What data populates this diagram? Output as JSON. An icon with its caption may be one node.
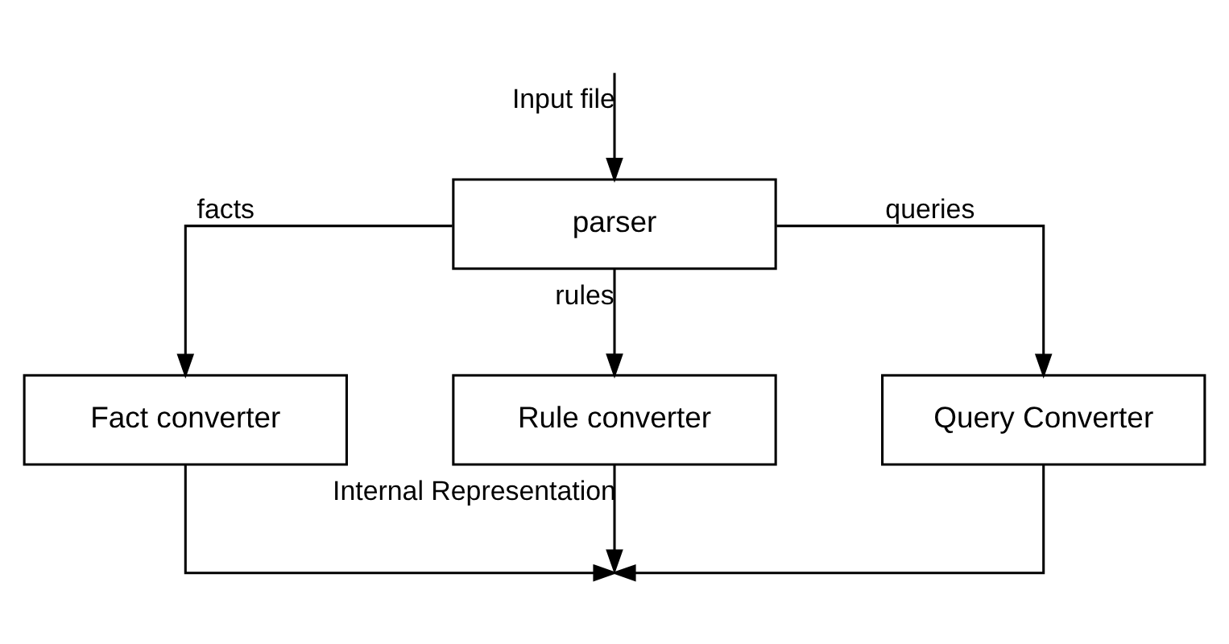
{
  "diagram": {
    "nodes": [
      {
        "text": [
          "parser"
        ]
      },
      {
        "text": [
          "Fact converter"
        ]
      },
      {
        "text": [
          "Rule converter"
        ]
      },
      {
        "text": [
          "Query Converter"
        ]
      }
    ],
    "edges": [
      {
        "from": null,
        "to": 0,
        "arrow": "to",
        "label": "Input file"
      },
      {
        "from": 0,
        "to": 1,
        "arrow": "to",
        "label": "facts"
      },
      {
        "from": 0,
        "to": 2,
        "arrow": "to",
        "label": "rules"
      },
      {
        "from": 0,
        "to": 3,
        "arrow": "to",
        "label": "queries"
      },
      {
        "from": 1,
        "to": null,
        "arrow": "to"
      },
      {
        "from": 2,
        "to": null,
        "arrow": "to",
        "label": "Internal Representation"
      },
      {
        "from": 3,
        "to": null,
        "arrow": "to"
      }
    ]
  }
}
